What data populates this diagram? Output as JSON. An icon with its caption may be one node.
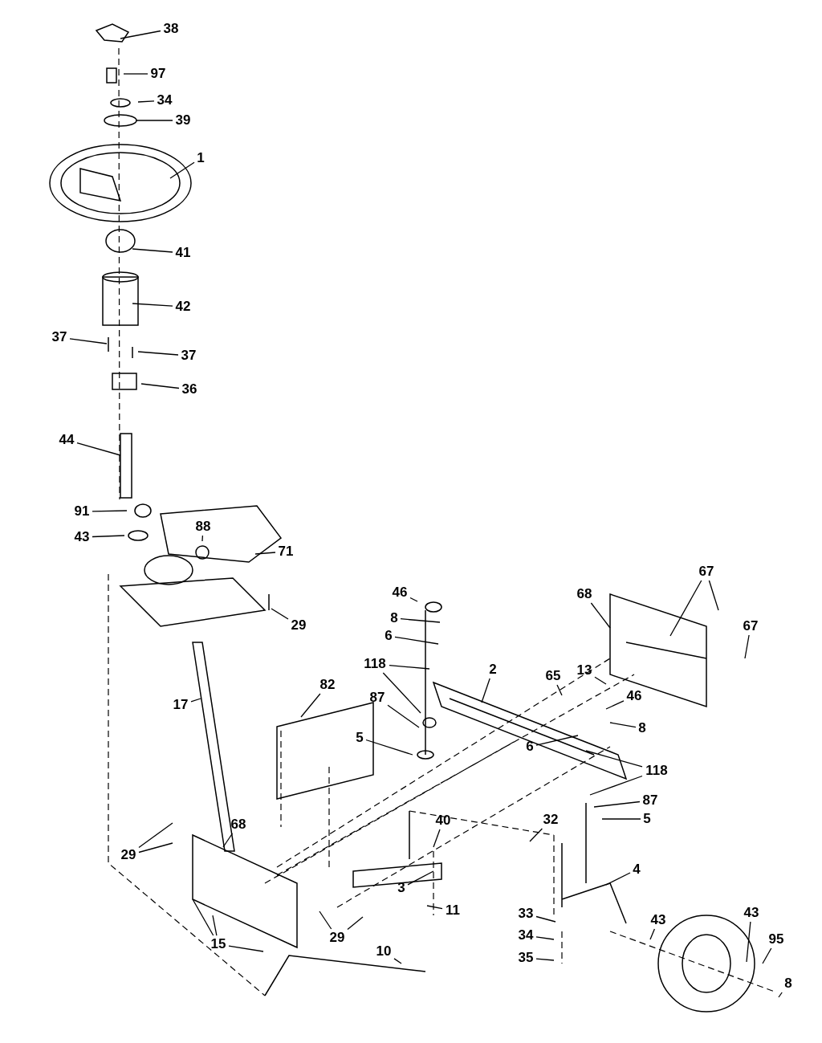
{
  "diagram": {
    "nodes": [
      {
        "text": [
          "38"
        ]
      },
      {
        "text": [
          "97"
        ]
      },
      {
        "text": [
          "34"
        ]
      },
      {
        "text": [
          "39"
        ]
      },
      {
        "text": [
          "1"
        ]
      },
      {
        "text": [
          "41"
        ]
      },
      {
        "text": [
          "42"
        ]
      },
      {
        "text": [
          "37"
        ]
      },
      {
        "text": [
          "37"
        ]
      },
      {
        "text": [
          "36"
        ]
      },
      {
        "text": [
          "44"
        ]
      },
      {
        "text": [
          "88"
        ]
      },
      {
        "text": [
          "91"
        ]
      },
      {
        "text": [
          "43"
        ]
      },
      {
        "text": [
          "71"
        ]
      },
      {
        "text": [
          "29"
        ]
      },
      {
        "text": [
          "17"
        ]
      },
      {
        "text": [
          "46"
        ]
      },
      {
        "text": [
          "8"
        ]
      },
      {
        "text": [
          "6"
        ]
      },
      {
        "text": [
          "118"
        ]
      },
      {
        "text": [
          "2"
        ]
      },
      {
        "text": [
          "68"
        ]
      },
      {
        "text": [
          "67"
        ]
      },
      {
        "text": [
          "67"
        ]
      },
      {
        "text": [
          "13"
        ]
      },
      {
        "text": [
          "65"
        ]
      },
      {
        "text": [
          "46"
        ]
      },
      {
        "text": [
          "8"
        ]
      },
      {
        "text": [
          "6"
        ]
      },
      {
        "text": [
          "118"
        ]
      },
      {
        "text": [
          "82"
        ]
      },
      {
        "text": [
          "87"
        ]
      },
      {
        "text": [
          "5"
        ]
      },
      {
        "text": [
          "87"
        ]
      },
      {
        "text": [
          "5"
        ]
      },
      {
        "text": [
          "68"
        ]
      },
      {
        "text": [
          "29"
        ]
      },
      {
        "text": [
          "40"
        ]
      },
      {
        "text": [
          "32"
        ]
      },
      {
        "text": [
          "3"
        ]
      },
      {
        "text": [
          "4"
        ]
      },
      {
        "text": [
          "11"
        ]
      },
      {
        "text": [
          "33"
        ]
      },
      {
        "text": [
          "43"
        ]
      },
      {
        "text": [
          "43"
        ]
      },
      {
        "text": [
          "95"
        ]
      },
      {
        "text": [
          "15"
        ]
      },
      {
        "text": [
          "34"
        ]
      },
      {
        "text": [
          "29"
        ]
      },
      {
        "text": [
          "10"
        ]
      },
      {
        "text": [
          "35"
        ]
      },
      {
        "text": [
          "8"
        ]
      }
    ],
    "edges": [
      {
        "from": 0,
        "to": null,
        "arrow": "none"
      },
      {
        "from": 1,
        "to": null,
        "arrow": "none"
      },
      {
        "from": 2,
        "to": null,
        "arrow": "none"
      },
      {
        "from": 3,
        "to": null,
        "arrow": "none"
      },
      {
        "from": 4,
        "to": null,
        "arrow": "none"
      },
      {
        "from": 5,
        "to": null,
        "arrow": "none"
      },
      {
        "from": 6,
        "to": null,
        "arrow": "none"
      },
      {
        "from": 7,
        "to": null,
        "arrow": "none"
      },
      {
        "from": 8,
        "to": null,
        "arrow": "none"
      },
      {
        "from": 9,
        "to": null,
        "arrow": "none"
      },
      {
        "from": 10,
        "to": null,
        "arrow": "none"
      },
      {
        "from": 11,
        "to": null,
        "arrow": "none"
      },
      {
        "from": 12,
        "to": null,
        "arrow": "none"
      },
      {
        "from": 13,
        "to": null,
        "arrow": "none"
      },
      {
        "from": 14,
        "to": null,
        "arrow": "none"
      },
      {
        "from": 15,
        "to": null,
        "arrow": "none"
      },
      {
        "from": 16,
        "to": null,
        "arrow": "none"
      },
      {
        "from": 17,
        "to": null,
        "arrow": "none"
      },
      {
        "from": 18,
        "to": null,
        "arrow": "none"
      },
      {
        "from": 19,
        "to": null,
        "arrow": "none"
      },
      {
        "from": 20,
        "to": null,
        "arrow": "none"
      },
      {
        "from": 20,
        "to": null,
        "arrow": "none"
      },
      {
        "from": 21,
        "to": null,
        "arrow": "none"
      },
      {
        "from": 22,
        "to": null,
        "arrow": "none"
      },
      {
        "from": 23,
        "to": null,
        "arrow": "none"
      },
      {
        "from": 23,
        "to": null,
        "arrow": "none"
      },
      {
        "from": 24,
        "to": null,
        "arrow": "none"
      },
      {
        "from": 25,
        "to": null,
        "arrow": "none"
      },
      {
        "from": 26,
        "to": null,
        "arrow": "none"
      },
      {
        "from": 27,
        "to": null,
        "arrow": "none"
      },
      {
        "from": 28,
        "to": null,
        "arrow": "none"
      },
      {
        "from": 29,
        "to": null,
        "arrow": "none"
      },
      {
        "from": 30,
        "to": null,
        "arrow": "none"
      },
      {
        "from": 30,
        "to": null,
        "arrow": "none"
      },
      {
        "from": 31,
        "to": null,
        "arrow": "none"
      },
      {
        "from": 32,
        "to": null,
        "arrow": "none"
      },
      {
        "from": 33,
        "to": null,
        "arrow": "none"
      },
      {
        "from": 34,
        "to": null,
        "arrow": "none"
      },
      {
        "from": 35,
        "to": null,
        "arrow": "none"
      },
      {
        "from": 36,
        "to": null,
        "arrow": "none"
      },
      {
        "from": 37,
        "to": null,
        "arrow": "none"
      },
      {
        "from": 37,
        "to": null,
        "arrow": "none"
      },
      {
        "from": 38,
        "to": null,
        "arrow": "none"
      },
      {
        "from": 39,
        "to": null,
        "arrow": "none"
      },
      {
        "from": 40,
        "to": null,
        "arrow": "none"
      },
      {
        "from": 41,
        "to": null,
        "arrow": "none"
      },
      {
        "from": 42,
        "to": null,
        "arrow": "none"
      },
      {
        "from": 43,
        "to": null,
        "arrow": "none"
      },
      {
        "from": 44,
        "to": null,
        "arrow": "none"
      },
      {
        "from": 45,
        "to": null,
        "arrow": "none"
      },
      {
        "from": 46,
        "to": null,
        "arrow": "none"
      },
      {
        "from": 47,
        "to": null,
        "arrow": "none"
      },
      {
        "from": 47,
        "to": null,
        "arrow": "none"
      },
      {
        "from": 47,
        "to": null,
        "arrow": "none"
      },
      {
        "from": 48,
        "to": null,
        "arrow": "none"
      },
      {
        "from": 49,
        "to": null,
        "arrow": "none"
      },
      {
        "from": 49,
        "to": null,
        "arrow": "none"
      },
      {
        "from": 50,
        "to": null,
        "arrow": "none"
      },
      {
        "from": 51,
        "to": null,
        "arrow": "none"
      },
      {
        "from": 52,
        "to": null,
        "arrow": "none"
      }
    ]
  }
}
